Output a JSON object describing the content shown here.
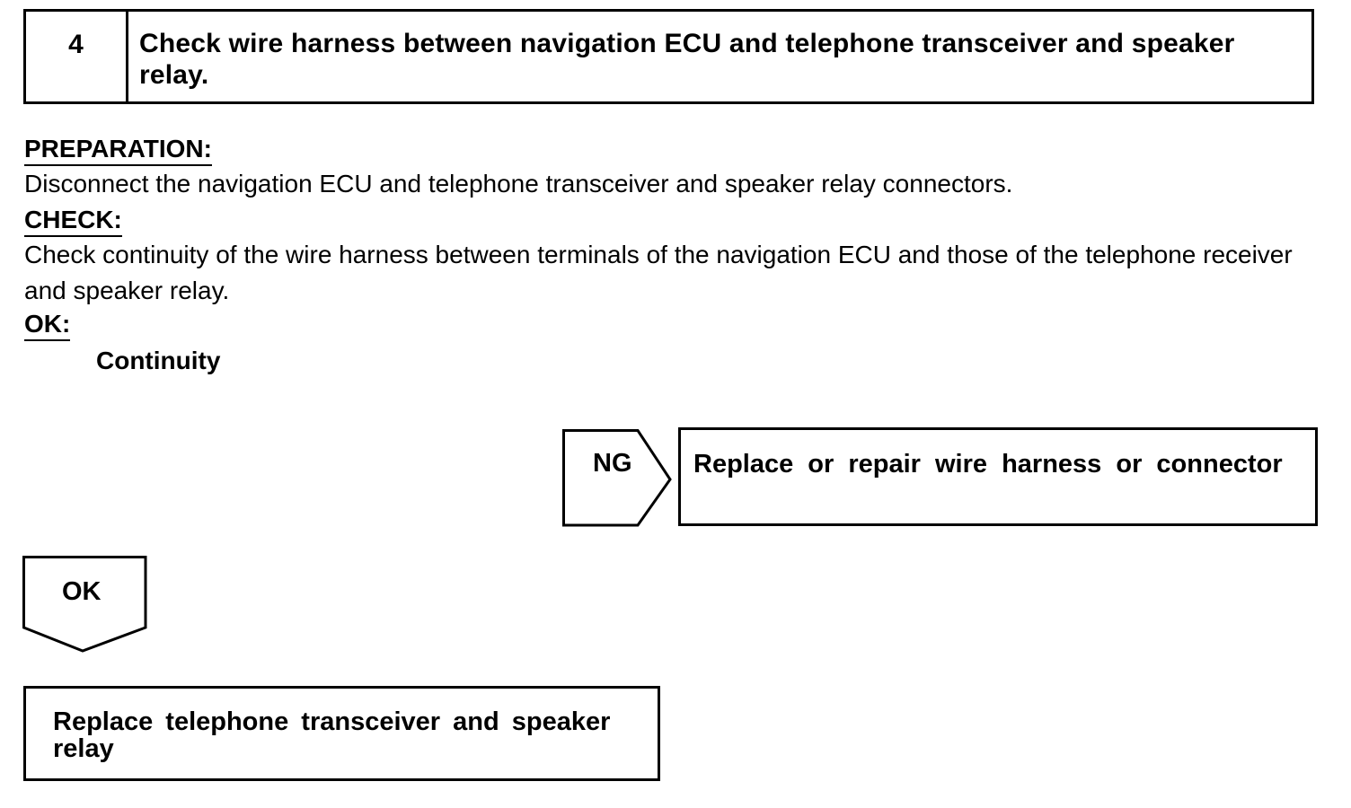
{
  "step": {
    "number": "4",
    "title": "Check wire harness between navigation ECU and telephone transceiver and speaker relay."
  },
  "preparation": {
    "label": "PREPARATION:",
    "text": "Disconnect the navigation ECU and telephone transceiver and speaker relay connectors."
  },
  "check": {
    "label": "CHECK:",
    "text": "Check continuity of the wire harness between terminals of the navigation ECU and those of the telephone receiver and speaker relay."
  },
  "ok_criteria": {
    "label": "OK:",
    "value": "Continuity"
  },
  "ng_branch": {
    "label": "NG",
    "action": "Replace or repair wire harness or connector"
  },
  "ok_branch": {
    "label": "OK",
    "action": "Replace telephone transceiver and speaker relay"
  }
}
